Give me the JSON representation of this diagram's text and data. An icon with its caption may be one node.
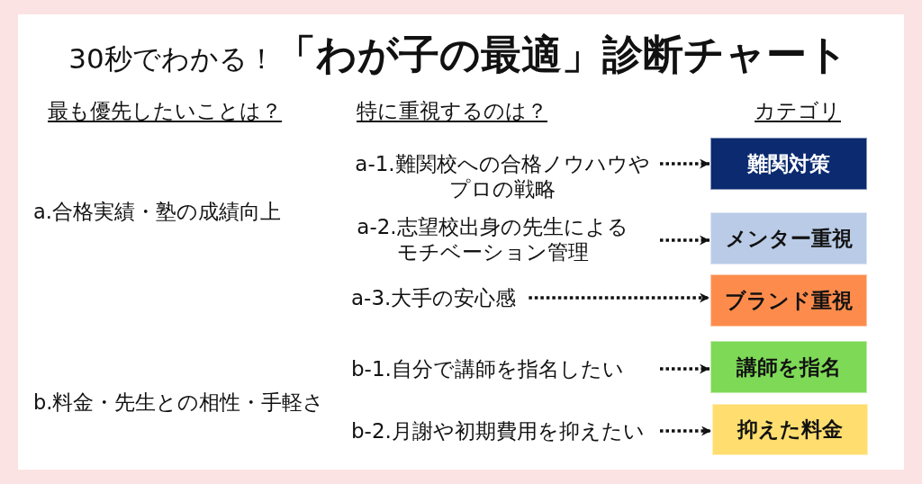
{
  "diagram": {
    "title": "30秒でわかる！**「わが子の最適」診断チャート**",
    "nodes": [
      {
        "text": [
          "a.合格実績・塾の成績向上"
        ]
      },
      {
        "text": [
          "b.料金・先生との相性・手軽さ"
        ]
      },
      {
        "text": [
          "a-1.難関校への合格ノウハウやプロの戦略"
        ]
      },
      {
        "text": [
          "a-2.志望校出身の先生によるモチベーション管理"
        ]
      },
      {
        "text": [
          "a-3.大手の安心感"
        ]
      },
      {
        "text": [
          "b-1.自分で講師を指名したい"
        ]
      },
      {
        "text": [
          "b-2.月謝や初期費用を抑えたい"
        ]
      },
      {
        "text": [
          "難関対策"
        ]
      },
      {
        "text": [
          "メンター重視"
        ]
      },
      {
        "text": [
          "ブランド重視"
        ]
      },
      {
        "text": [
          "講師を指名"
        ]
      },
      {
        "text": [
          "抑えた料金"
        ]
      }
    ],
    "edges": [
      {
        "from": 2,
        "to": 7,
        "arrow": "to",
        "style": "dashed"
      },
      {
        "from": 3,
        "to": 8,
        "arrow": "to",
        "style": "dashed"
      },
      {
        "from": 4,
        "to": 9,
        "arrow": "to",
        "style": "dashed"
      },
      {
        "from": 5,
        "to": 10,
        "arrow": "to",
        "style": "dashed"
      },
      {
        "from": 6,
        "to": 11,
        "arrow": "to",
        "style": "dashed"
      }
    ],
    "labels": [
      "最も優先したいことは？",
      "特に重視するのは？",
      "カテゴリ"
    ]
  }
}
